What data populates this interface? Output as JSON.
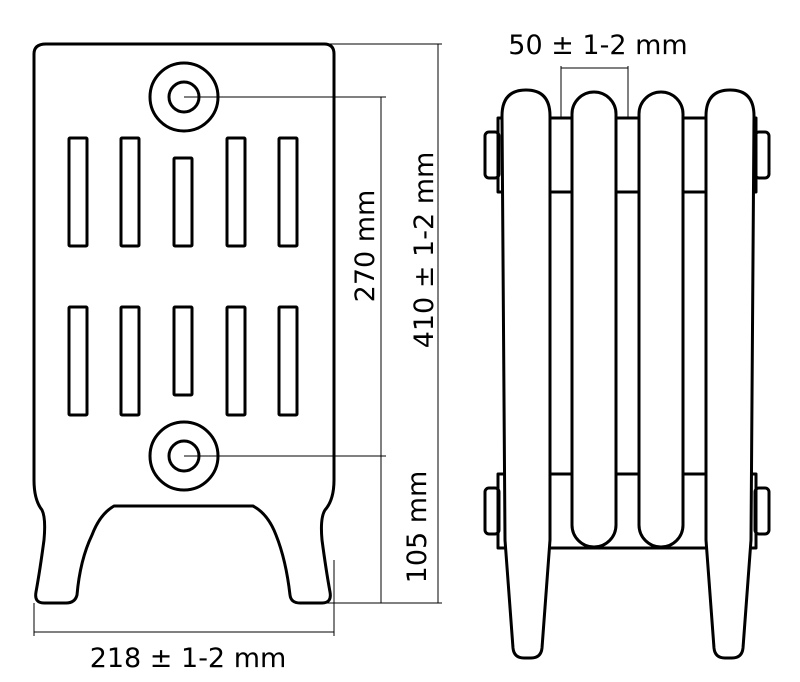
{
  "diagram": {
    "dimensions": {
      "width": "218 ± 1-2 mm",
      "section_pitch": "50 ± 1-2 mm",
      "axis_distance": "270 mm",
      "height": "410 ± 1-2 mm",
      "axis_height": "105 mm"
    }
  }
}
